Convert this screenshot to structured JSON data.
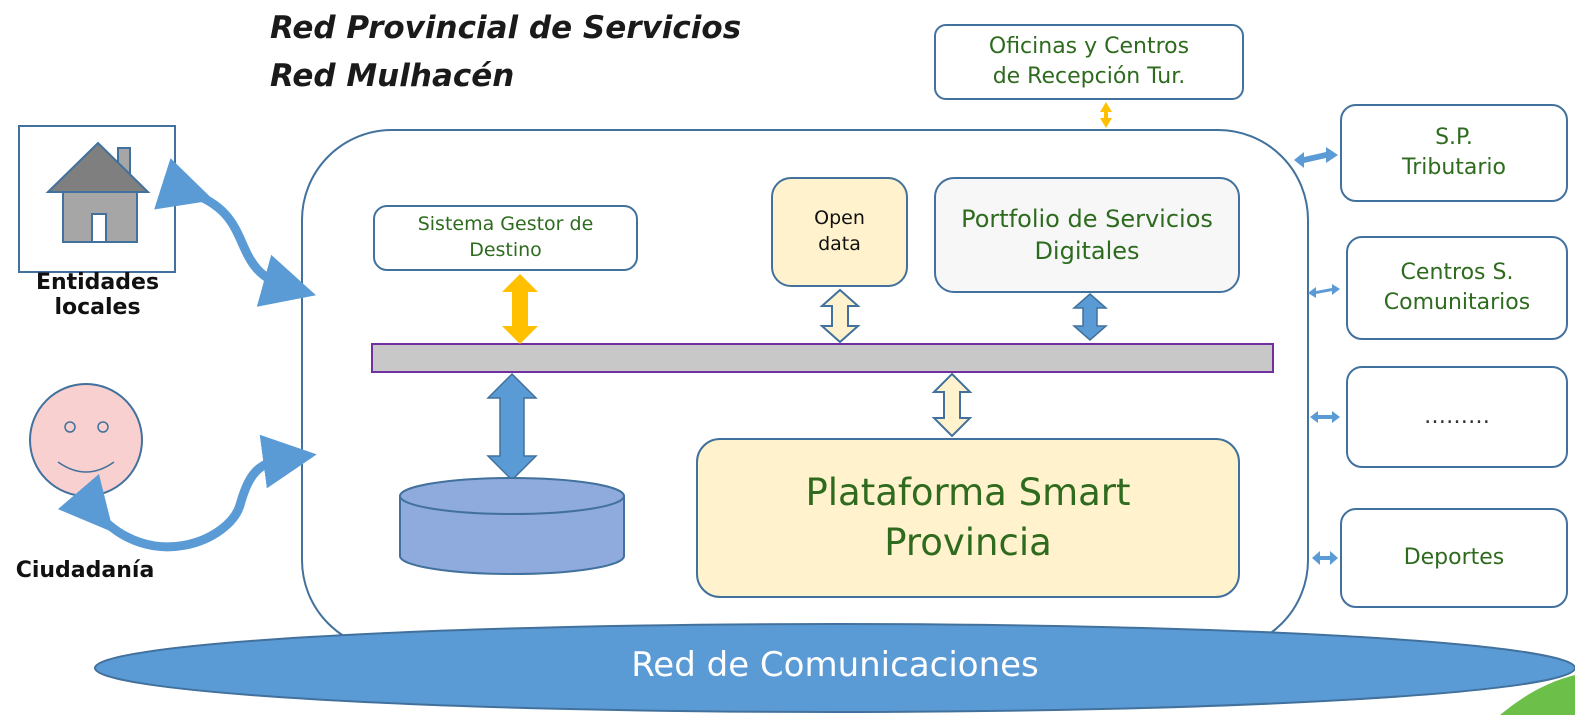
{
  "title": {
    "line1": "Red Provincial de Servicios",
    "line2": "Red Mulhacén"
  },
  "left": {
    "entidades": "Entidades locales",
    "ciudadania": "Ciudadanía"
  },
  "top_box": {
    "line1": "Oficinas y Centros",
    "line2": "de Recepción Tur."
  },
  "inner": {
    "gestor": "Sistema Gestor de Destino",
    "open_data": "Open data",
    "portfolio": "Portfolio de Servicios Digitales",
    "plataforma": "Plataforma Smart Provincia"
  },
  "right_boxes": {
    "tributario": "S.P. Tributario",
    "comunitarios": "Centros S. Comunitarios",
    "more": "………",
    "deportes": "Deportes"
  },
  "network": "Red de Comunicaciones",
  "colors": {
    "border_blue": "#41719c",
    "arrow_blue": "#5b9bd5",
    "arrow_gold": "#ffc000",
    "light_yellow": "#fff2cc",
    "bus_gray": "#c8c8c8",
    "bus_border": "#7030a0",
    "text_green": "#2e6b1f",
    "cylinder": "#8faadc",
    "network_fill": "#5b9bd5"
  }
}
